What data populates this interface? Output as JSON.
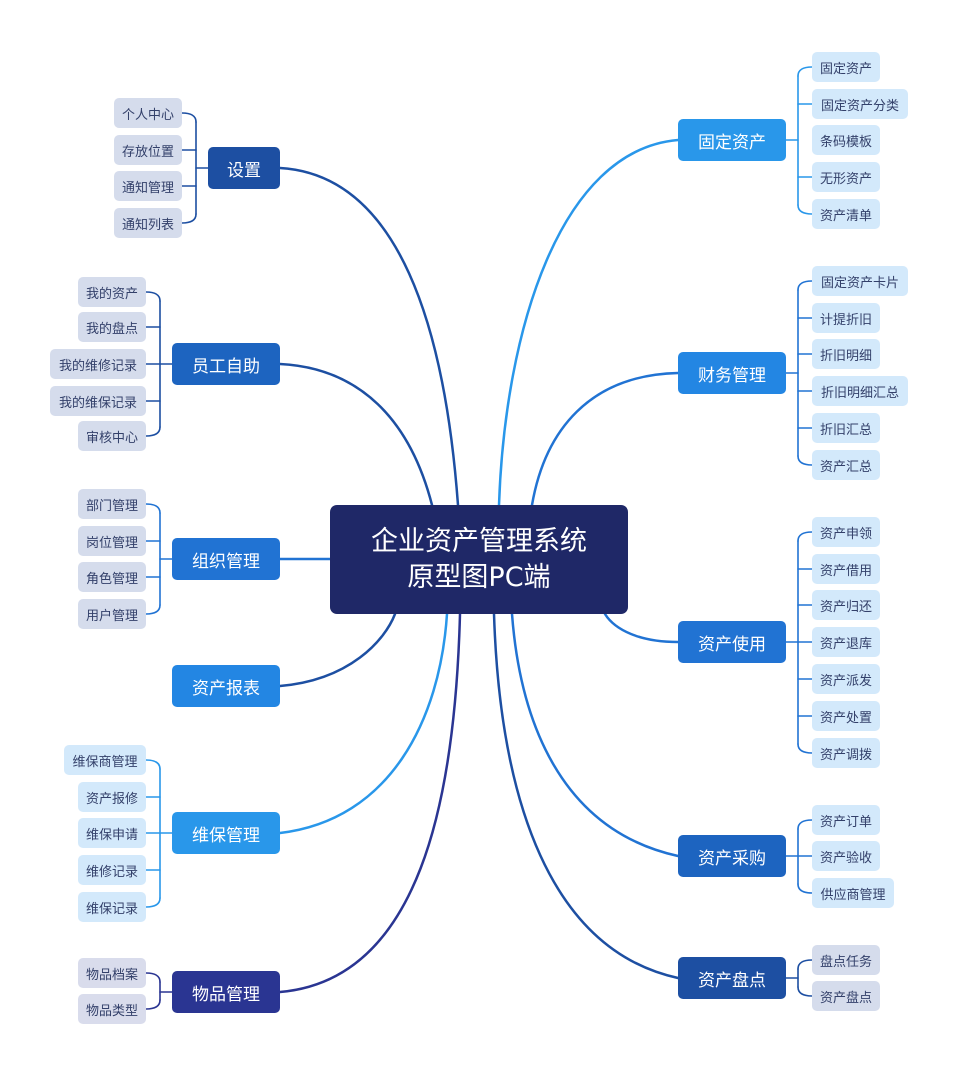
{
  "root": {
    "line1": "企业资产管理系统",
    "line2": "原型图PC端"
  },
  "colors": {
    "root": "#1f2867",
    "dark_blue": "#1d4fa2",
    "mid_blue": "#2173d3",
    "light_blue": "#2997ea",
    "indigo": "#2a3592",
    "leaf_blue": "#d3e9fb",
    "leaf_grey": "#d5dcec"
  },
  "branches": {
    "settings": {
      "label": "设置",
      "children": [
        "个人中心",
        "存放位置",
        "通知管理",
        "通知列表"
      ]
    },
    "self_service": {
      "label": "员工自助",
      "children": [
        "我的资产",
        "我的盘点",
        "我的维修记录",
        "我的维保记录",
        "审核中心"
      ]
    },
    "organization": {
      "label": "组织管理",
      "children": [
        "部门管理",
        "岗位管理",
        "角色管理",
        "用户管理"
      ]
    },
    "reports": {
      "label": "资产报表",
      "children": []
    },
    "maintenance": {
      "label": "维保管理",
      "children": [
        "维保商管理",
        "资产报修",
        "维保申请",
        "维修记录",
        "维保记录"
      ]
    },
    "items": {
      "label": "物品管理",
      "children": [
        "物品档案",
        "物品类型"
      ]
    },
    "fixed_assets": {
      "label": "固定资产",
      "children": [
        "固定资产",
        "固定资产分类",
        "条码模板",
        "无形资产",
        "资产清单"
      ]
    },
    "finance": {
      "label": "财务管理",
      "children": [
        "固定资产卡片",
        "计提折旧",
        "折旧明细",
        "折旧明细汇总",
        "折旧汇总",
        "资产汇总"
      ]
    },
    "usage": {
      "label": "资产使用",
      "children": [
        "资产申领",
        "资产借用",
        "资产归还",
        "资产退库",
        "资产派发",
        "资产处置",
        "资产调拨"
      ]
    },
    "purchase": {
      "label": "资产采购",
      "children": [
        "资产订单",
        "资产验收",
        "供应商管理"
      ]
    },
    "inventory": {
      "label": "资产盘点",
      "children": [
        "盘点任务",
        "资产盘点"
      ]
    }
  }
}
